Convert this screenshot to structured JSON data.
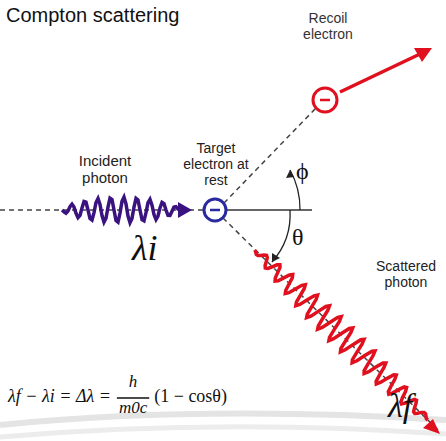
{
  "diagram": {
    "title": "Compton scattering",
    "labels": [
      "Recoil electron",
      "Incident photon",
      "Target electron at rest",
      "ϕ",
      "θ",
      "Scattered photon",
      "λi",
      "λf",
      "λf − λi = Δλ =",
      "h",
      "m0c",
      "(1 − cosθ)"
    ]
  }
}
